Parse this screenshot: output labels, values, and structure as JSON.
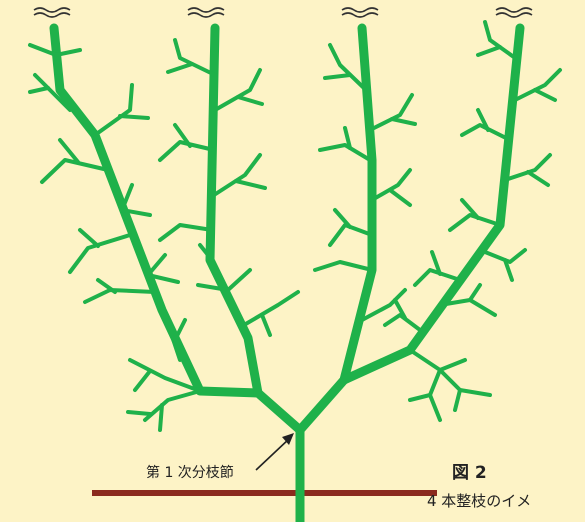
{
  "diagram": {
    "node_label": "第 1 次分枝節",
    "figure_number": "図 2",
    "caption": "4 本整枝のイメ",
    "branch_color": "#1fb14a",
    "background_color": "#fdf3c6",
    "ground_color": "#8b2a1e"
  }
}
